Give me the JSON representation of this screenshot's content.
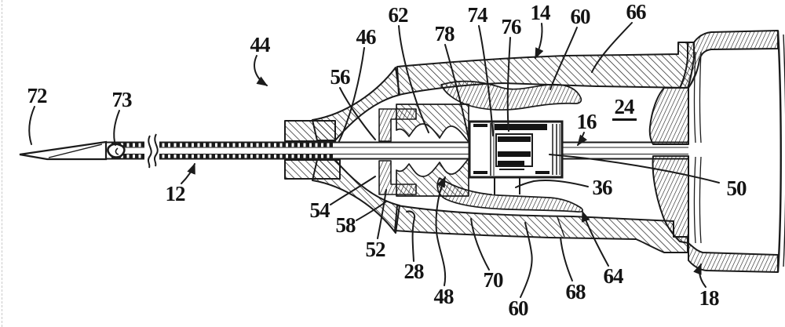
{
  "figure": {
    "kind": "patent cross-section drawing",
    "colors": {
      "background": "#ffffff",
      "ink": "#1b1b1b"
    }
  },
  "reference_labels": [
    {
      "id": "72",
      "text": "72"
    },
    {
      "id": "73",
      "text": "73"
    },
    {
      "id": "44",
      "text": "44"
    },
    {
      "id": "46",
      "text": "46"
    },
    {
      "id": "56",
      "text": "56"
    },
    {
      "id": "62",
      "text": "62"
    },
    {
      "id": "78",
      "text": "78"
    },
    {
      "id": "74",
      "text": "74"
    },
    {
      "id": "76",
      "text": "76"
    },
    {
      "id": "14",
      "text": "14"
    },
    {
      "id": "60-top",
      "text": "60"
    },
    {
      "id": "66",
      "text": "66"
    },
    {
      "id": "24",
      "text": "24",
      "underlined": true
    },
    {
      "id": "16",
      "text": "16"
    },
    {
      "id": "50",
      "text": "50"
    },
    {
      "id": "36",
      "text": "36"
    },
    {
      "id": "12",
      "text": "12"
    },
    {
      "id": "54",
      "text": "54"
    },
    {
      "id": "58",
      "text": "58"
    },
    {
      "id": "52",
      "text": "52"
    },
    {
      "id": "28",
      "text": "28"
    },
    {
      "id": "48",
      "text": "48"
    },
    {
      "id": "70",
      "text": "70"
    },
    {
      "id": "60-bottom",
      "text": "60"
    },
    {
      "id": "68",
      "text": "68"
    },
    {
      "id": "64",
      "text": "64"
    },
    {
      "id": "18",
      "text": "18"
    }
  ]
}
